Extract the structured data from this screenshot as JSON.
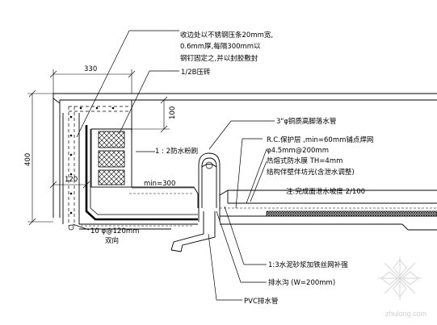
{
  "notes": {
    "n1_line1": "收边处以不锈钢压条20mm宽,",
    "n1_line2": "0.6mm厚,每隔300mm以",
    "n1_line3": "钢钉固定之,并以封胶敷封",
    "n2": "1/2B压砖",
    "n3": "3\"φ铜质高脚落水管",
    "n4": "1 : 2防水粉刷",
    "n5_line1": "R.C.保护层 ,min=60mm铺点焊网",
    "n5_line2": "φ4.5mm@200mm",
    "n5_line3": "热熔式防水膜 TH=4mm",
    "n5_line4": "结构伴壁伴坊光(含泄水调整)",
    "n6": "注:完成面泄水坡度 2/100",
    "n7_line1": "10 φ@120mm",
    "n7_line2": "双向",
    "n8": "1:3水泥砂浆加铁丝网补强",
    "n9": "排水沟 (W=200mm)",
    "n10": "PVC排水管",
    "n11": "min=300"
  },
  "dimensions": {
    "d330": "330",
    "d100": "100",
    "d400": "400",
    "d120": "120"
  },
  "watermark": {
    "text": "zhulong.com"
  }
}
